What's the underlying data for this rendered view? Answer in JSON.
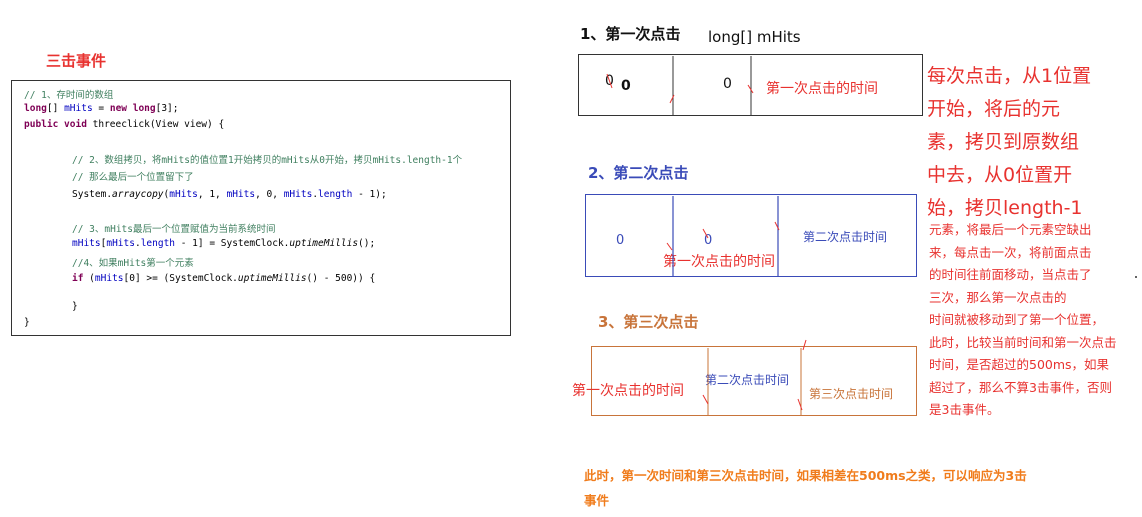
{
  "left_title": "三击事件",
  "code": {
    "lines": [
      "// 1、存时间的数组",
      "long[] mHits = new long[3];",
      "public void threeclick(View view) {",
      "// 2、数组拷贝，将mHits的值位置1开始拷贝的mHits从0开始，拷贝mHits.length-1个",
      "// 那么最后一个位置留下了",
      "System.arraycopy(mHits, 1, mHits, 0, mHits.length - 1);",
      "// 3、mHits最后一个位置赋值为当前系统时间",
      "mHits[mHits.length - 1] = SystemClock.uptimeMillis();",
      "//4、如果mHits第一个元素",
      "if (mHits[0] >= (SystemClock.uptimeMillis() - 500)) {",
      "}",
      "}"
    ]
  },
  "step1": {
    "title": "1、第一次点击",
    "array_label": "long[] mHits",
    "cell1_values": [
      "0",
      "0"
    ],
    "cell2_value": "0",
    "cell3_value": "第一次点击的时间"
  },
  "step2": {
    "title": "2、第二次点击",
    "cell1_value": "0",
    "cell2_value": "0",
    "cell3_value": "第二次点击时间",
    "moved_label": "第一次点击的时间"
  },
  "step3": {
    "title": "3、第三次点击",
    "cell1_value": "第一次点击的时间",
    "cell2_value": "第二次点击时间",
    "cell3_value": "第三次点击时间"
  },
  "description_large": [
    "每次点击，从1位置",
    "开始，将后的元",
    "素，拷贝到原数组",
    "中去，从0位置开",
    "始，拷贝length-1"
  ],
  "description_small": [
    "元素，将最后一个元素空缺出",
    "来，每点击一次，将前面点击",
    "的时间往前面移动，当点击了",
    "三次，那么第一次点击的",
    "时间就被移动到了第一个位置，",
    "此时，比较当前时间和第一次点击",
    "时间，是否超过的500ms，如果",
    "超过了，那么不算3击事件，否则",
    "是3击事件。"
  ],
  "footer": [
    "此时，第一次时间和第三次点击时间，如果相差在500ms之类，可以响应为3击",
    "事件"
  ],
  "colors": {
    "red": "#e8322f",
    "blue": "#3a4bb8",
    "orange": "#c8743a",
    "footer_orange": "#f07c1c",
    "code_comment": "#3f7f5f",
    "code_keyword": "#7f0055",
    "code_field": "#0000c0"
  }
}
